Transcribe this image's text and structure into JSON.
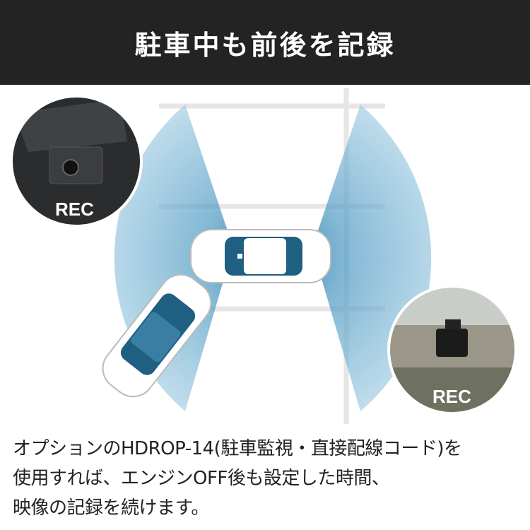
{
  "header": {
    "title": "駐車中も前後を記録"
  },
  "scene": {
    "front_camera": {
      "label": "REC"
    },
    "rear_camera": {
      "label": "REC"
    },
    "colors": {
      "wedge": "#5aa3c8",
      "header_bg": "#232323",
      "car_glass": "#1f5f82"
    }
  },
  "description": {
    "lines": [
      "オプションのHDROP-14(駐車監視・直接配線コード)を",
      "使用すれば、エンジンOFF後も設定した時間、",
      "映像の記録を続けます。"
    ]
  }
}
